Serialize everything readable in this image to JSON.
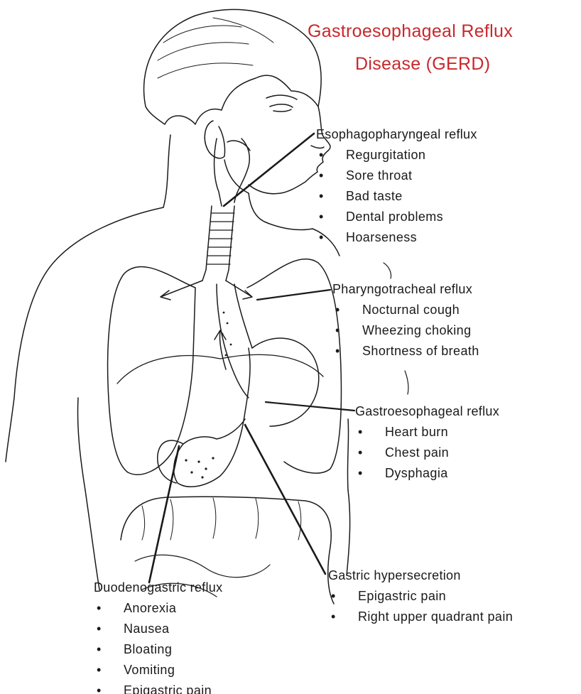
{
  "title": {
    "line1": "Gastroesophageal  Reflux",
    "line2": "Disease (GERD)"
  },
  "colors": {
    "title": "#c8282c",
    "line_art": "#1a1a1a",
    "background": "#ffffff"
  },
  "bullet_glyph": "•",
  "groups": {
    "esophagopharyngeal": {
      "heading": "Esophagopharyngeal reflux",
      "items": [
        "Regurgitation",
        "Sore throat",
        "Bad taste",
        "Dental problems",
        "Hoarseness"
      ]
    },
    "pharyngotracheal": {
      "heading": "Pharyngotracheal reflux",
      "items": [
        "Nocturnal cough",
        "Wheezing choking",
        "Shortness of breath"
      ]
    },
    "gastroesophageal": {
      "heading": "Gastroesophageal  reflux",
      "items": [
        "Heart burn",
        "Chest pain",
        "Dysphagia"
      ]
    },
    "gastric_hypersecretion": {
      "heading": "Gastric hypersecretion",
      "items": [
        "Epigastric pain",
        "Right upper quadrant pain"
      ]
    },
    "duodenogastric": {
      "heading": "Duodenogastric reflux",
      "items": [
        "Anorexia",
        "Nausea",
        "Bloating",
        "Vomiting",
        "Epigastric pain"
      ]
    }
  }
}
